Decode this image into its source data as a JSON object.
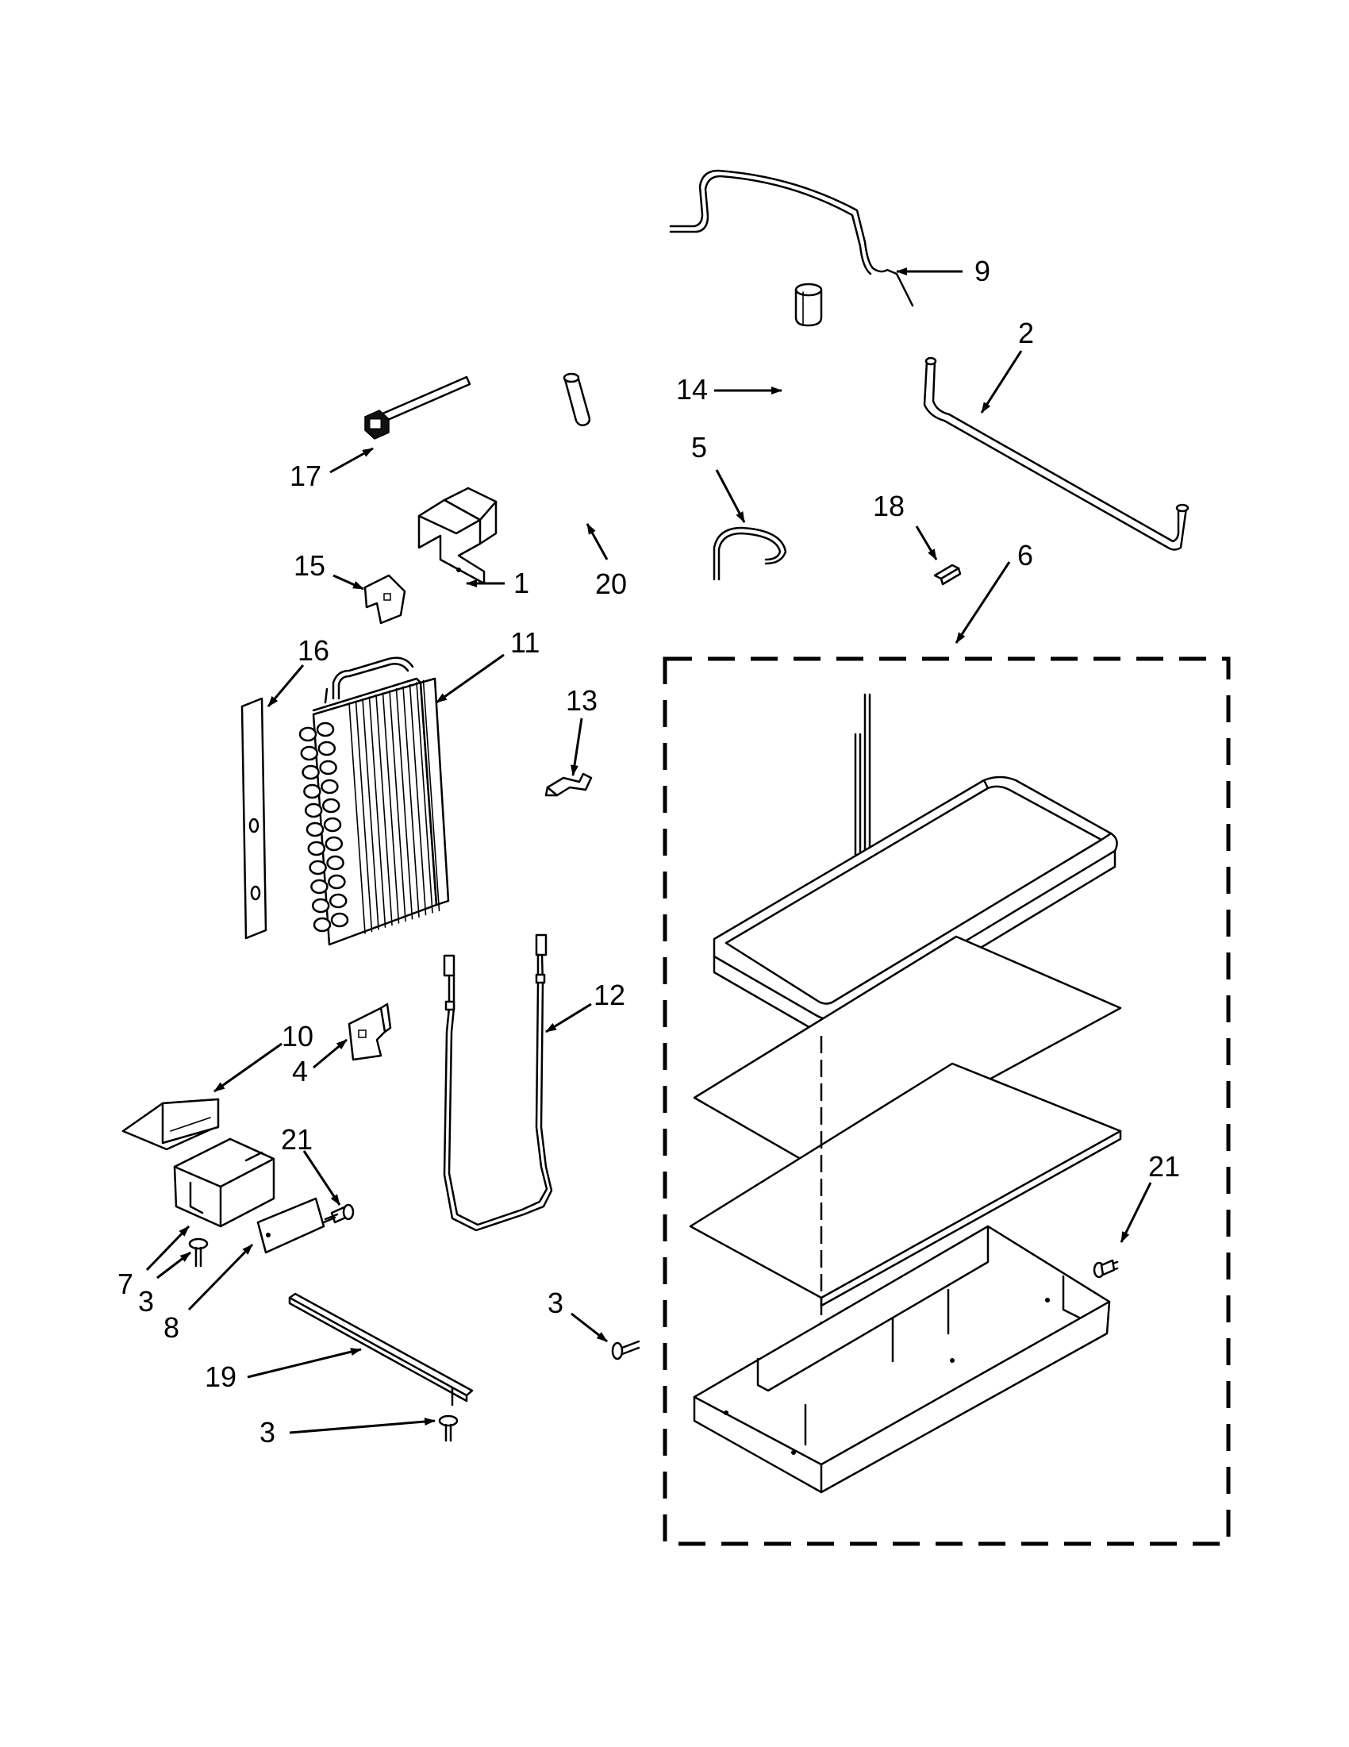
{
  "callouts": {
    "c1": "1",
    "c2": "2",
    "c3a": "3",
    "c3b": "3",
    "c3c": "3",
    "c4": "4",
    "c5": "5",
    "c6": "6",
    "c7": "7",
    "c8": "8",
    "c9": "9",
    "c10": "10",
    "c11": "11",
    "c12": "12",
    "c13": "13",
    "c14": "14",
    "c15": "15",
    "c16": "16",
    "c17": "17",
    "c18": "18",
    "c19": "19",
    "c20": "20",
    "c21a": "21",
    "c21b": "21"
  }
}
